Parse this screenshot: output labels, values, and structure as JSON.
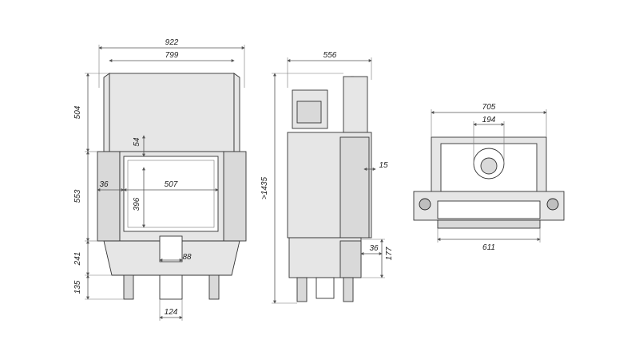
{
  "front": {
    "overall_width": "922",
    "inner_width": "799",
    "top_height": "504",
    "door_height": "553",
    "base_height": "241",
    "leg_height": "135",
    "door_offset": "54",
    "side_offset": "36",
    "glass_width": "507",
    "glass_height": "396",
    "flue_small": "88",
    "flue_width": "124"
  },
  "side": {
    "depth": "556",
    "total_height": ">1435",
    "rail_offset": "15",
    "outlet_width": "36",
    "outlet_height": "177"
  },
  "top": {
    "width": "705",
    "flue_diameter": "194",
    "frame_width": "611"
  },
  "colors": {
    "body": "#e6e6e6",
    "outline": "#333333",
    "dim_line": "#555555"
  }
}
